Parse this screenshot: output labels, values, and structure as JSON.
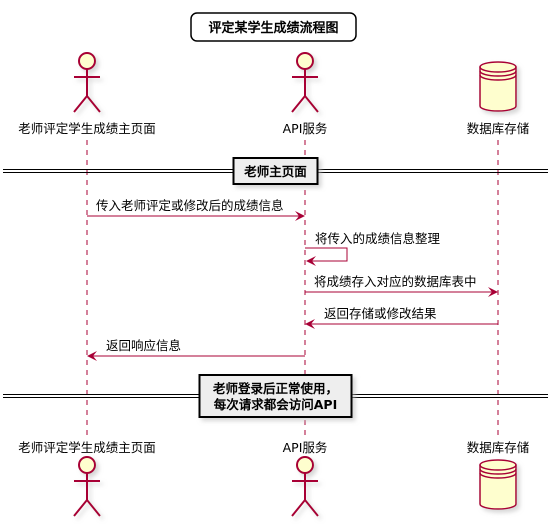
{
  "diagram": {
    "title": "评定某学生成绩流程图",
    "participants": [
      {
        "id": "teacher",
        "label": "老师评定学生成绩主页面",
        "kind": "actor"
      },
      {
        "id": "api",
        "label": "API服务",
        "kind": "actor"
      },
      {
        "id": "db",
        "label": "数据库存储",
        "kind": "database"
      }
    ],
    "dividers": [
      {
        "lines": [
          "老师主页面"
        ]
      },
      {
        "lines": [
          "老师登录后正常使用，",
          "每次请求都会访问API"
        ]
      }
    ],
    "messages": [
      {
        "from": "teacher",
        "to": "api",
        "text": "传入老师评定或修改后的成绩信息"
      },
      {
        "from": "api",
        "to": "api",
        "text": "将传入的成绩信息整理"
      },
      {
        "from": "api",
        "to": "db",
        "text": "将成绩存入对应的数据库表中"
      },
      {
        "from": "db",
        "to": "api",
        "text": "返回存储或修改结果"
      },
      {
        "from": "api",
        "to": "teacher",
        "text": "返回响应信息"
      }
    ]
  },
  "colors": {
    "actor_fill": "#FEFECE",
    "actor_stroke": "#A80036",
    "arrow": "#A80036",
    "divider_fill": "#EEEEEE",
    "lifeline": "#A80036"
  }
}
